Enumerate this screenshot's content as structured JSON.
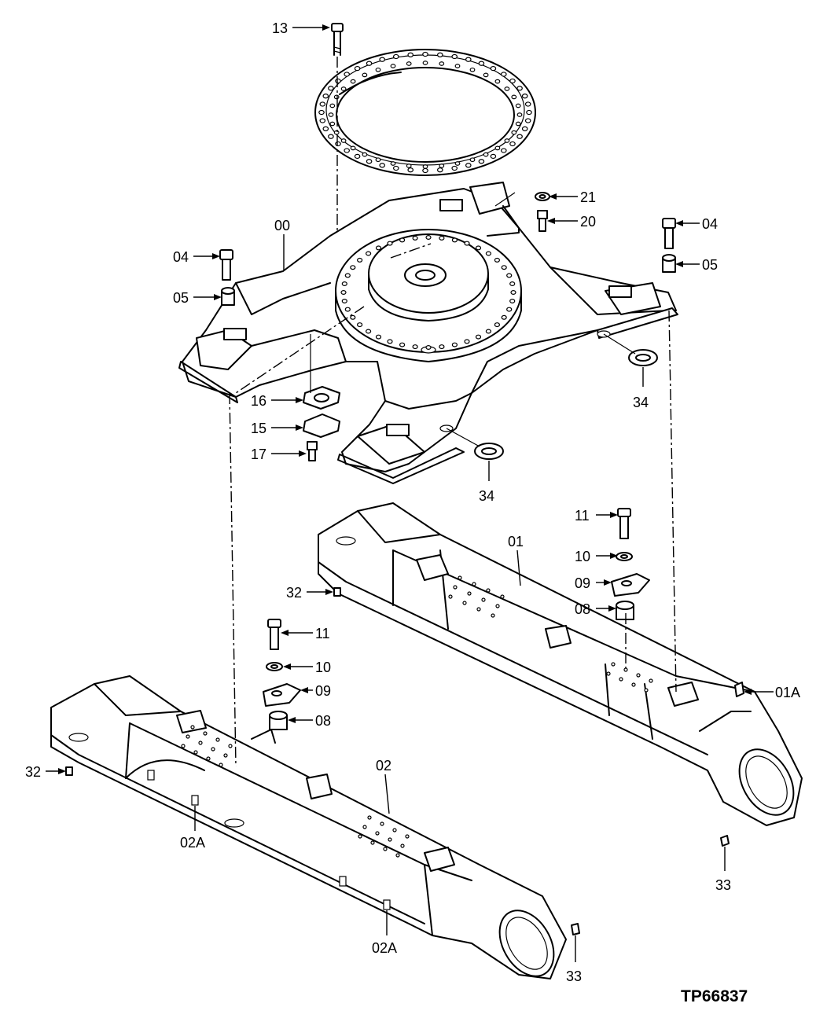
{
  "drawing_ref": "TP66837",
  "callouts": [
    {
      "id": "c13",
      "text": "13"
    },
    {
      "id": "c21",
      "text": "21"
    },
    {
      "id": "c20",
      "text": "20"
    },
    {
      "id": "c00",
      "text": "00"
    },
    {
      "id": "c04L",
      "text": "04"
    },
    {
      "id": "c05L",
      "text": "05"
    },
    {
      "id": "c04R",
      "text": "04"
    },
    {
      "id": "c05R",
      "text": "05"
    },
    {
      "id": "c16",
      "text": "16"
    },
    {
      "id": "c15",
      "text": "15"
    },
    {
      "id": "c17",
      "text": "17"
    },
    {
      "id": "c34a",
      "text": "34"
    },
    {
      "id": "c34b",
      "text": "34"
    },
    {
      "id": "c11a",
      "text": "11"
    },
    {
      "id": "c10a",
      "text": "10"
    },
    {
      "id": "c09a",
      "text": "09"
    },
    {
      "id": "c08a",
      "text": "08"
    },
    {
      "id": "c01",
      "text": "01"
    },
    {
      "id": "c32a",
      "text": "32"
    },
    {
      "id": "c11b",
      "text": "11"
    },
    {
      "id": "c10b",
      "text": "10"
    },
    {
      "id": "c09b",
      "text": "09"
    },
    {
      "id": "c08b",
      "text": "08"
    },
    {
      "id": "c01A",
      "text": "01A"
    },
    {
      "id": "c32b",
      "text": "32"
    },
    {
      "id": "c02",
      "text": "02"
    },
    {
      "id": "c02Aa",
      "text": "02A"
    },
    {
      "id": "c33a",
      "text": "33"
    },
    {
      "id": "c02Ab",
      "text": "02A"
    },
    {
      "id": "c33b",
      "text": "33"
    }
  ]
}
